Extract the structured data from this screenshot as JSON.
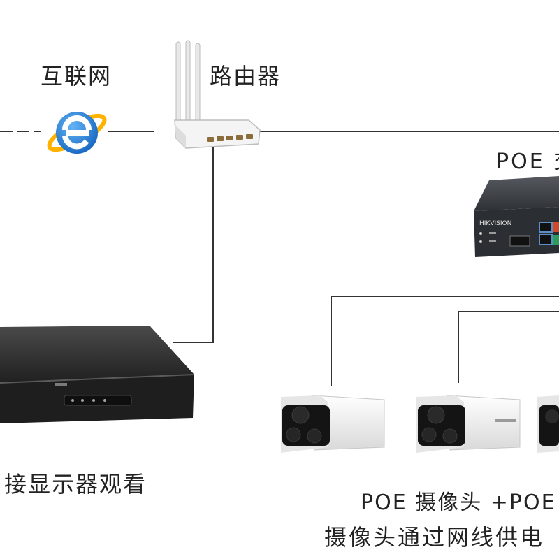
{
  "labels": {
    "internet": "互联网",
    "router": "路由器",
    "poe_switch": "POE 交",
    "nvr": "接显示器观看",
    "camera_line1": "POE 摄像头 +POE",
    "camera_line2": "摄像头通过网线供电"
  },
  "switch_logo": "HIKVISION",
  "colors": {
    "line": "#333333",
    "ie_blue": "#1e88e5",
    "ie_light": "#42a5f5",
    "ie_orbit": "#ffb300",
    "nvr_body": "#2a2a2a",
    "switch_body": "#3a3d42",
    "camera_body": "#f2f2f2",
    "camera_face": "#1a1a1a"
  }
}
